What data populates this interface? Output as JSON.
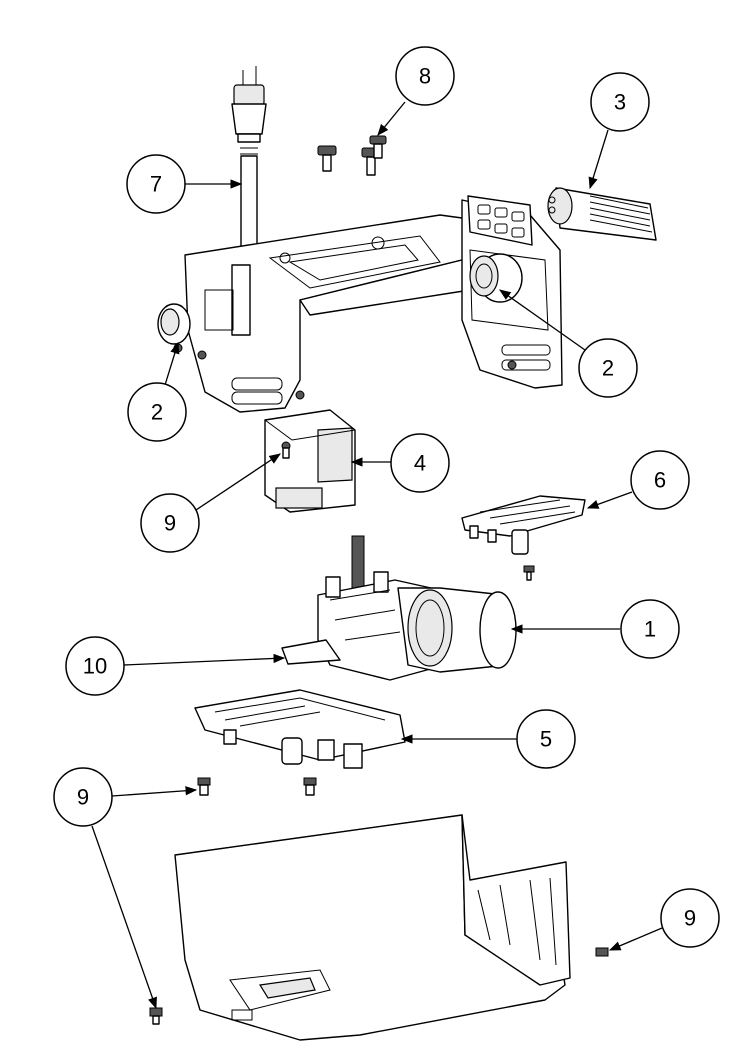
{
  "callouts": [
    {
      "id": "c1",
      "label": "1"
    },
    {
      "id": "c2a",
      "label": "2"
    },
    {
      "id": "c2b",
      "label": "2"
    },
    {
      "id": "c3",
      "label": "3"
    },
    {
      "id": "c4",
      "label": "4"
    },
    {
      "id": "c5",
      "label": "5"
    },
    {
      "id": "c6",
      "label": "6"
    },
    {
      "id": "c7",
      "label": "7"
    },
    {
      "id": "c8",
      "label": "8"
    },
    {
      "id": "c9a",
      "label": "9"
    },
    {
      "id": "c9b",
      "label": "9"
    },
    {
      "id": "c9c",
      "label": "9"
    },
    {
      "id": "c10",
      "label": "10"
    }
  ],
  "colors": {
    "line": "#000000",
    "fill": "#ffffff",
    "shade": "#e9e9e9"
  }
}
